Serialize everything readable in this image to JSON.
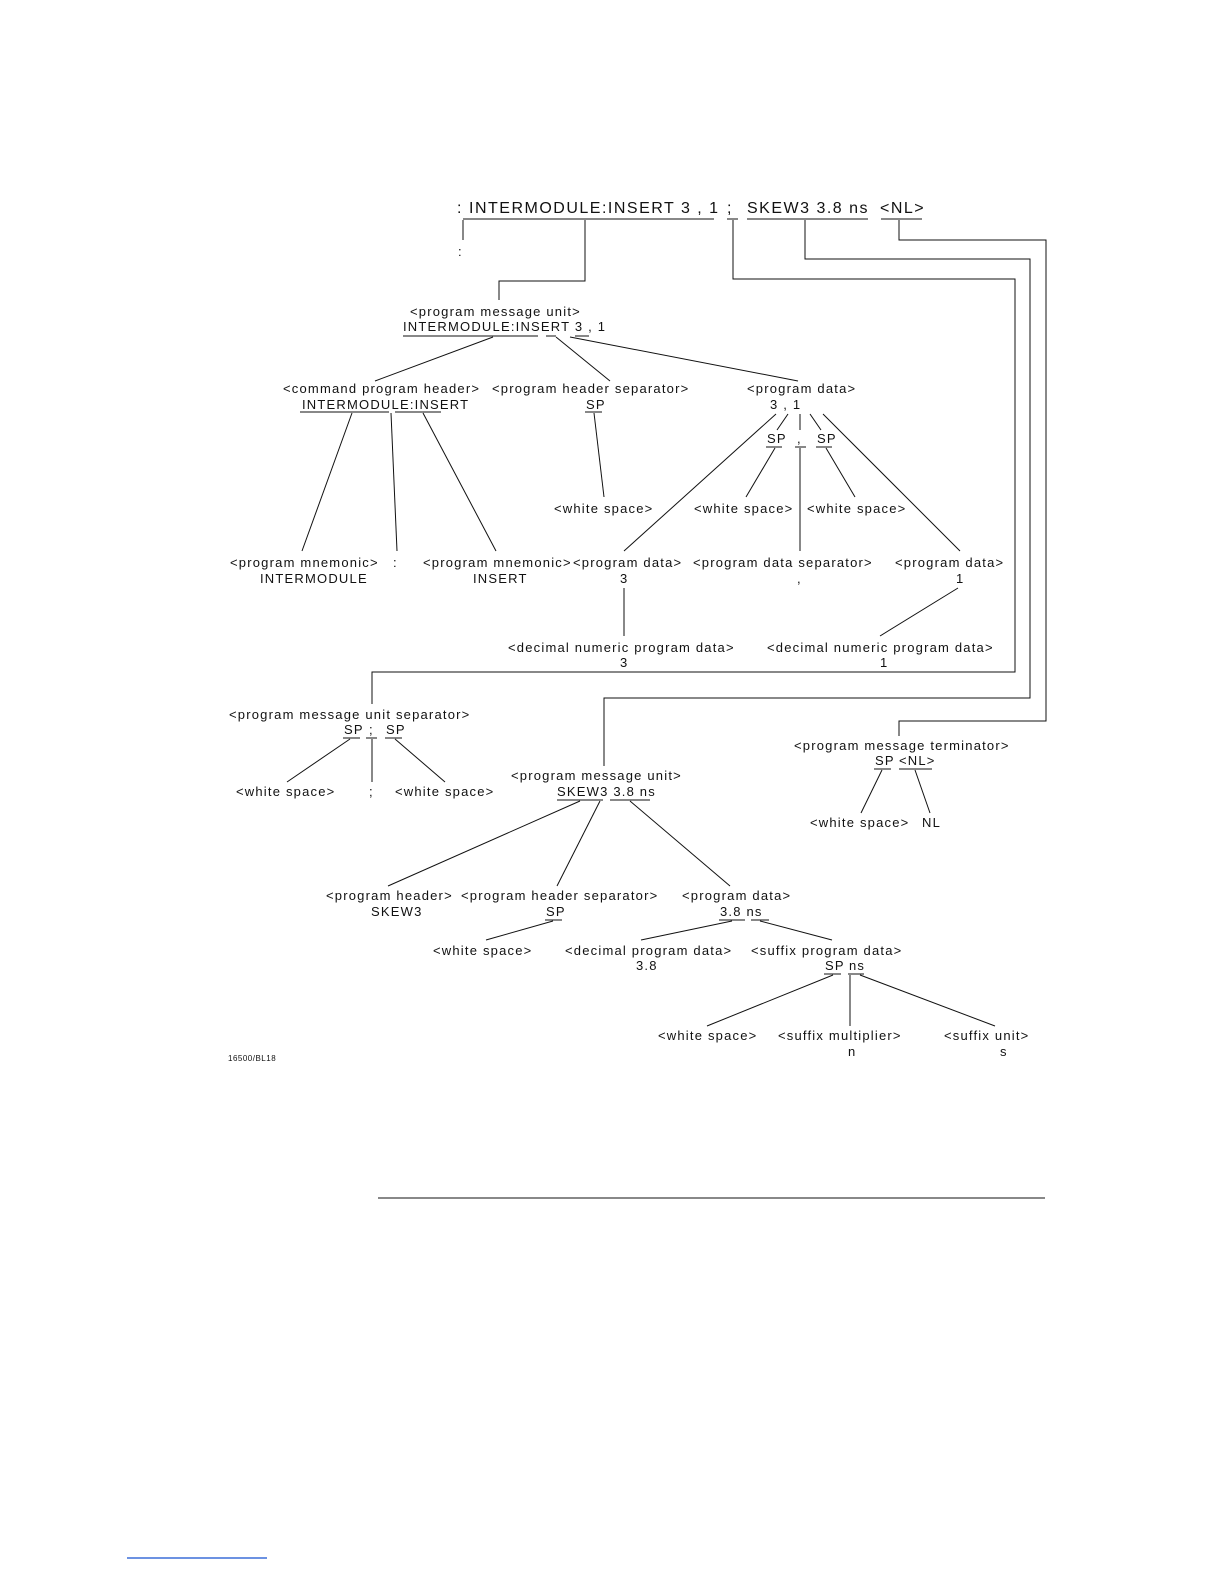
{
  "figure": {
    "top_command": {
      "colon": ":",
      "unit1": "INTERMODULE:INSERT 3 , 1",
      "sep": ";",
      "unit2": "SKEW3 3.8 ns",
      "term": "<NL>"
    },
    "lead_colon": ":",
    "pmu1": {
      "label": "<program message unit>",
      "value": "INTERMODULE:INSERT 3 , 1"
    },
    "cph": {
      "label": "<command program header>",
      "value": "INTERMODULE:INSERT"
    },
    "phs1": {
      "label": "<program header separator>",
      "value": "SP",
      "child": "<white space>"
    },
    "pd1": {
      "label": "<program data>",
      "value": "3 , 1"
    },
    "pd1_parts": {
      "sp1": "SP",
      "comma": ",",
      "sp2": "SP",
      "ws1": "<white space>",
      "ws2": "<white space>"
    },
    "mnem1": {
      "label": "<program mnemonic>",
      "value": "INTERMODULE"
    },
    "colon_sep": ":",
    "mnem2": {
      "label": "<program mnemonic>",
      "value": "INSERT"
    },
    "pd_3": {
      "label": "<program data>",
      "value": "3"
    },
    "pds": {
      "label": "<program data separator>",
      "value": ","
    },
    "pd_1": {
      "label": "<program data>",
      "value": "1"
    },
    "dnpd_3": {
      "label": "<decimal numeric program data>",
      "value": "3"
    },
    "dnpd_1": {
      "label": "<decimal numeric program data>",
      "value": "1"
    },
    "pmus": {
      "label": "<program message unit separator>",
      "value": "SP ; SP",
      "sp1": "SP",
      "semi": ";",
      "sp2": "SP",
      "ws1": "<white space>",
      "semi_leaf": ";",
      "ws2": "<white space>"
    },
    "pmu2": {
      "label": "<program message unit>",
      "value": "SKEW3 3.8 ns"
    },
    "pmt": {
      "label": "<program message terminator>",
      "sp": "SP",
      "nl": "<NL>",
      "ws": "<white space>",
      "nl_leaf": "NL"
    },
    "ph2": {
      "label": "<program header>",
      "value": "SKEW3"
    },
    "phs2": {
      "label": "<program header separator>",
      "value": "SP",
      "child": "<white space>"
    },
    "pd2": {
      "label": "<program data>",
      "value": "3.8 ns"
    },
    "dpd": {
      "label": "<decimal program data>",
      "value": "3.8"
    },
    "spd": {
      "label": "<suffix program data>",
      "value": "SP ns",
      "sp": "SP",
      "ns": "ns"
    },
    "ws_suffix": "<white space>",
    "smult": {
      "label": "<suffix multiplier>",
      "value": "n"
    },
    "sunit": {
      "label": "<suffix unit>",
      "value": "s"
    },
    "fig_code": "16500/BL18"
  }
}
